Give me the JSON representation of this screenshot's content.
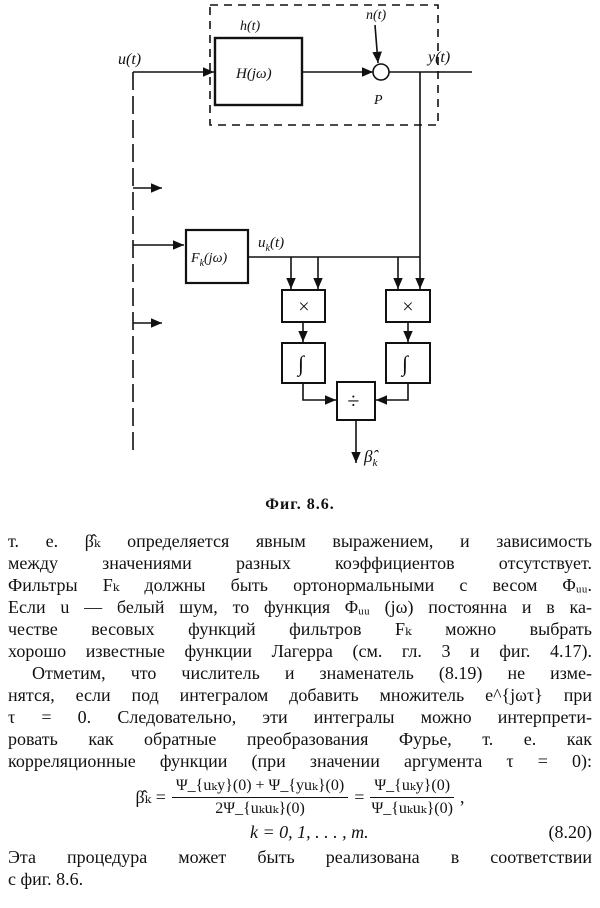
{
  "figure": {
    "labels": {
      "u": "u(t)",
      "h": "h(t)",
      "H": "H(jω)",
      "n": "n(t)",
      "y": "y(t)",
      "P": "P",
      "F": "F",
      "F_sub": "k",
      "F_arg": "(jω)",
      "uk": "u",
      "uk_sub": "k",
      "uk_arg": "(t)",
      "mult": "×",
      "integ": "∫",
      "div": "÷",
      "beta": "β̂",
      "beta_sub": "k"
    },
    "caption": "Фиг. 8.6."
  },
  "text": {
    "para1": [
      "т. е. β̂ₖ определяется явным выражением, и зависимость",
      "между значениями разных коэффициентов отсутствует.",
      "Фильтры Fₖ должны быть ортонормальными с весом Φᵤᵤ.",
      "Если u — белый шум, то функция Φᵤᵤ (jω) постоянна и в ка-",
      "честве весовых функций фильтров Fₖ можно выбрать",
      "хорошо известные функции Лагерра (см. гл. 3 и фиг. 4.17)."
    ],
    "para2": [
      "Отметим, что числитель и знаменатель (8.19) не изме-",
      "нятся, если под интегралом добавить множитель e^{jωτ} при",
      "τ = 0. Следовательно, эти интегралы можно интерпрети-",
      "ровать как обратные преобразования Фурье, т. е. как",
      "корреляционные функции (при значении аргумента τ = 0):"
    ],
    "formula": {
      "lhs": "β̂ₖ =",
      "num1": "Ψ_{uₖy}(0) + Ψ_{yuₖ}(0)",
      "den1": "2Ψ_{uₖuₖ}(0)",
      "eq": "=",
      "num2": "Ψ_{uₖy}(0)",
      "den2": "Ψ_{uₖuₖ}(0)",
      "comma": ",",
      "range": "k = 0, 1, . . . , m.",
      "number": "(8.20)"
    },
    "para3": [
      "Эта процедура может быть реализована в соответствии",
      "с фиг. 8.6."
    ]
  }
}
